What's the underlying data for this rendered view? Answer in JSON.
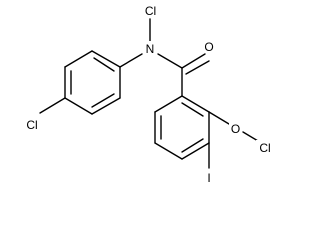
{
  "molecule": {
    "atoms": [
      {
        "id": "cl_n",
        "label": "Cl"
      },
      {
        "id": "n",
        "label": "N"
      },
      {
        "id": "o_carbonyl",
        "label": "O"
      },
      {
        "id": "o_ether",
        "label": "O"
      },
      {
        "id": "cl_o",
        "label": "Cl"
      },
      {
        "id": "cl_para",
        "label": "Cl"
      },
      {
        "id": "i",
        "label": "I"
      }
    ]
  }
}
